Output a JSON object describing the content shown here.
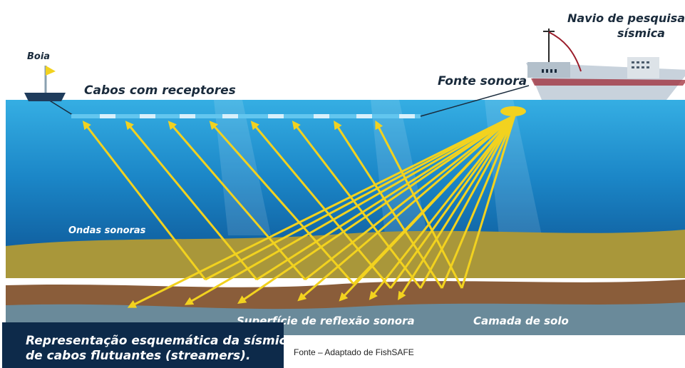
{
  "labels": {
    "buoy": "Boia",
    "cables": "Cabos com receptores",
    "source": "Fonte sonora",
    "ship": [
      "Navio de pesquisa",
      "sísmica"
    ],
    "waves": "Ondas sonoras",
    "reflection": "Superfície de reflexão sonora",
    "soil": "Camada de solo"
  },
  "caption": {
    "lines": [
      "Representação esquemática da sísmica",
      "de cabos flutuantes (streamers)."
    ],
    "source": "Fonte – Adaptado de FishSAFE"
  },
  "colors": {
    "sky": "#ffffff",
    "sea_top": "#2a9fd9",
    "sea_bottom": "#1266a9",
    "sediment_yellow": "#a9973a",
    "sediment_brown": "#8a5d3a",
    "seafloor_gray": "#6a8a9a",
    "arrow": "#f2d21f",
    "caption_bg": "#0d2a4a"
  },
  "icons": [
    "buoy-icon",
    "ship-icon",
    "sound-source-icon"
  ]
}
